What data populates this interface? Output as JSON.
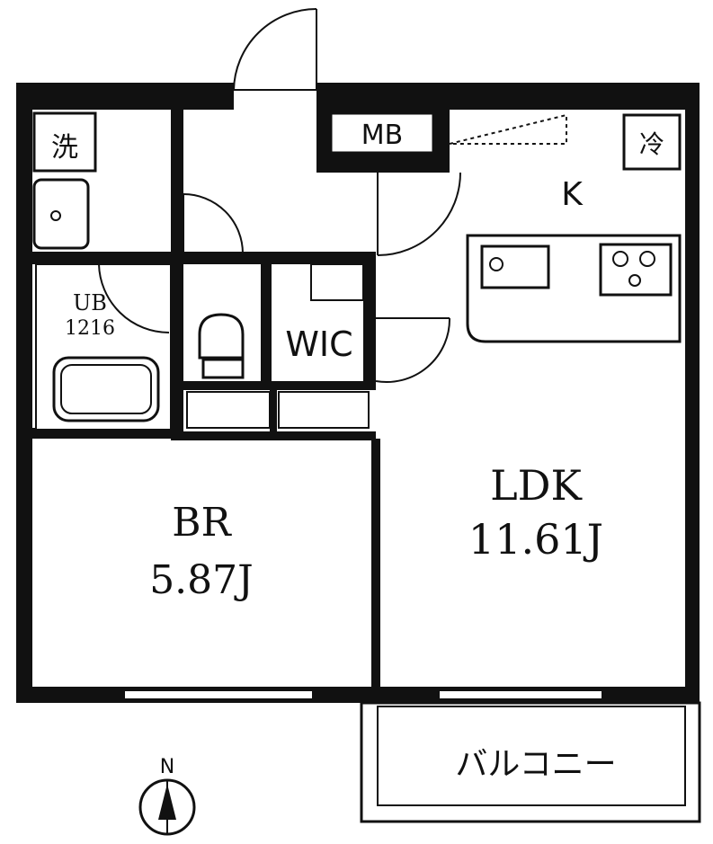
{
  "rooms": {
    "laundry": "洗",
    "meter_box": "MB",
    "fridge": "冷",
    "kitchen": "K",
    "unit_bath": "UB",
    "unit_bath_size": "1216",
    "walk_in_closet": "WIC",
    "bedroom": "BR",
    "bedroom_size": "5.87J",
    "ldk": "LDK",
    "ldk_size": "11.61J",
    "balcony": "バルコニー"
  },
  "compass": {
    "north": "N"
  },
  "colors": {
    "wall": "#111111",
    "floor": "#ffffff",
    "line": "#222222"
  }
}
